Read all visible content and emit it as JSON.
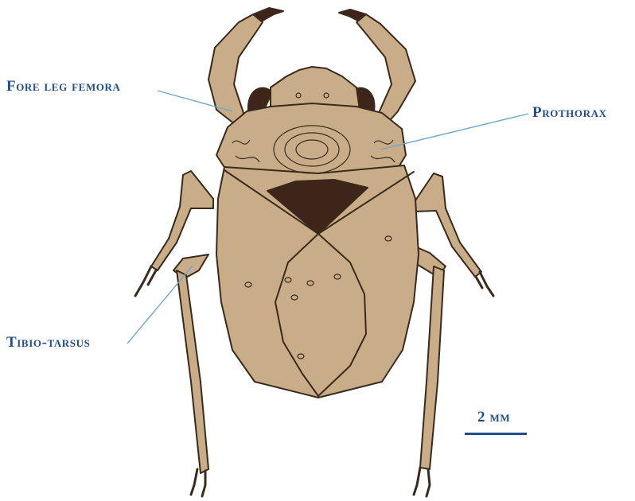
{
  "labels": {
    "fore_leg_femora": "Fore leg femora",
    "prothorax": "Prothorax",
    "tibio_tarsus": "Tibio-tarsus"
  },
  "scale_bar": {
    "label": "2 mm"
  },
  "colors": {
    "body": "#c9ad88",
    "outline": "#3a2a1c",
    "dark": "#3e2519",
    "label_text": "#1f4e8c",
    "leader_line": "#6fa8c9"
  }
}
